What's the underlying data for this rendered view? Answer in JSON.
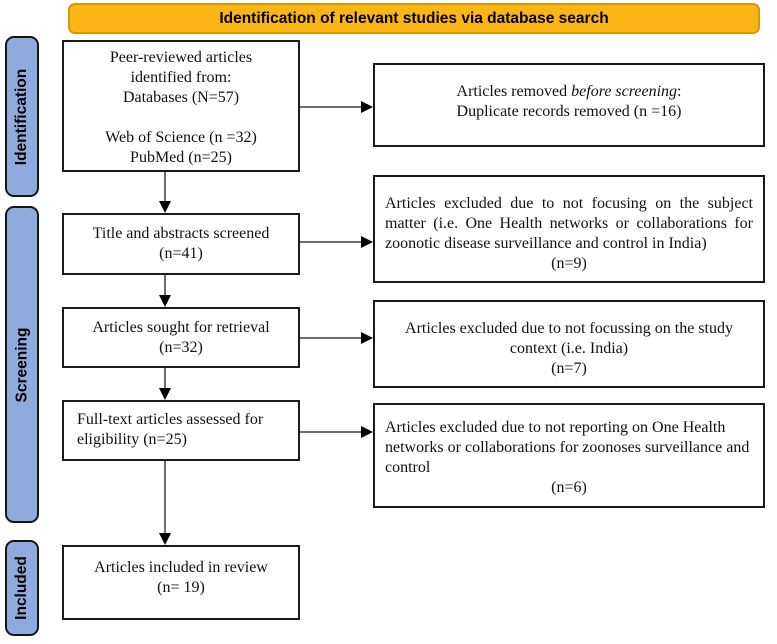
{
  "banner": {
    "title": "Identification of relevant studies via database search"
  },
  "stages": [
    {
      "label": "Identification"
    },
    {
      "label": "Screening"
    },
    {
      "label": "Included"
    }
  ],
  "flow": {
    "identified": {
      "lines": [
        "Peer-reviewed articles",
        "identified from:",
        "Databases (N=57)",
        "",
        "Web of Science (n =32)",
        "PubMed (n=25)"
      ]
    },
    "screened": {
      "lines": [
        "Title and abstracts screened",
        "(n=41)"
      ]
    },
    "retrieval": {
      "lines": [
        "Articles sought for retrieval",
        "(n=32)"
      ]
    },
    "fulltext": {
      "lines": [
        "Full-text articles assessed for",
        "eligibility (n=25)"
      ]
    },
    "included": {
      "lines": [
        "Articles included in review",
        "(n= 19)"
      ]
    }
  },
  "exclusions": {
    "removed": {
      "line1_prefix": "Articles removed ",
      "line1_italic": "before screening",
      "line1_suffix": ":",
      "line2": "Duplicate records removed (n =16)"
    },
    "subject": {
      "text": "Articles excluded due to not focusing on the subject matter (i.e. One Health networks or collaborations for zoonotic disease surveillance and control in India)",
      "count": "(n=9)"
    },
    "context": {
      "text": "Articles excluded due to not focussing on the study context (i.e. India)",
      "count": "(n=7)"
    },
    "reporting": {
      "text": "Articles excluded due to not reporting on One Health networks or collaborations for zoonoses surveillance and control",
      "count": "(n=6)"
    }
  },
  "colors": {
    "banner_bg": "#FBB615",
    "banner_border": "#D99708",
    "stage_bg": "#8FAADC",
    "box_border": "#1A1A1A",
    "arrow_line": "#6E6E6E",
    "arrow_head": "#000000"
  }
}
